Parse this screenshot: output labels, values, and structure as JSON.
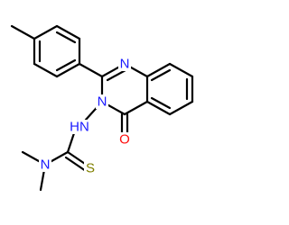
{
  "structure": {
    "atoms": [
      {
        "id": "n1",
        "symbol": "N",
        "color": "#1a1aff"
      },
      {
        "id": "n3",
        "symbol": "N",
        "color": "#1a1aff"
      },
      {
        "id": "nh",
        "symbol": "HN",
        "color": "#1a1aff"
      },
      {
        "id": "o",
        "symbol": "O",
        "color": "#ff0d0d"
      },
      {
        "id": "n_dimethyl",
        "symbol": "N",
        "color": "#1a1aff"
      },
      {
        "id": "s",
        "symbol": "S",
        "color": "#808000"
      }
    ],
    "bond_color": "#000000"
  }
}
